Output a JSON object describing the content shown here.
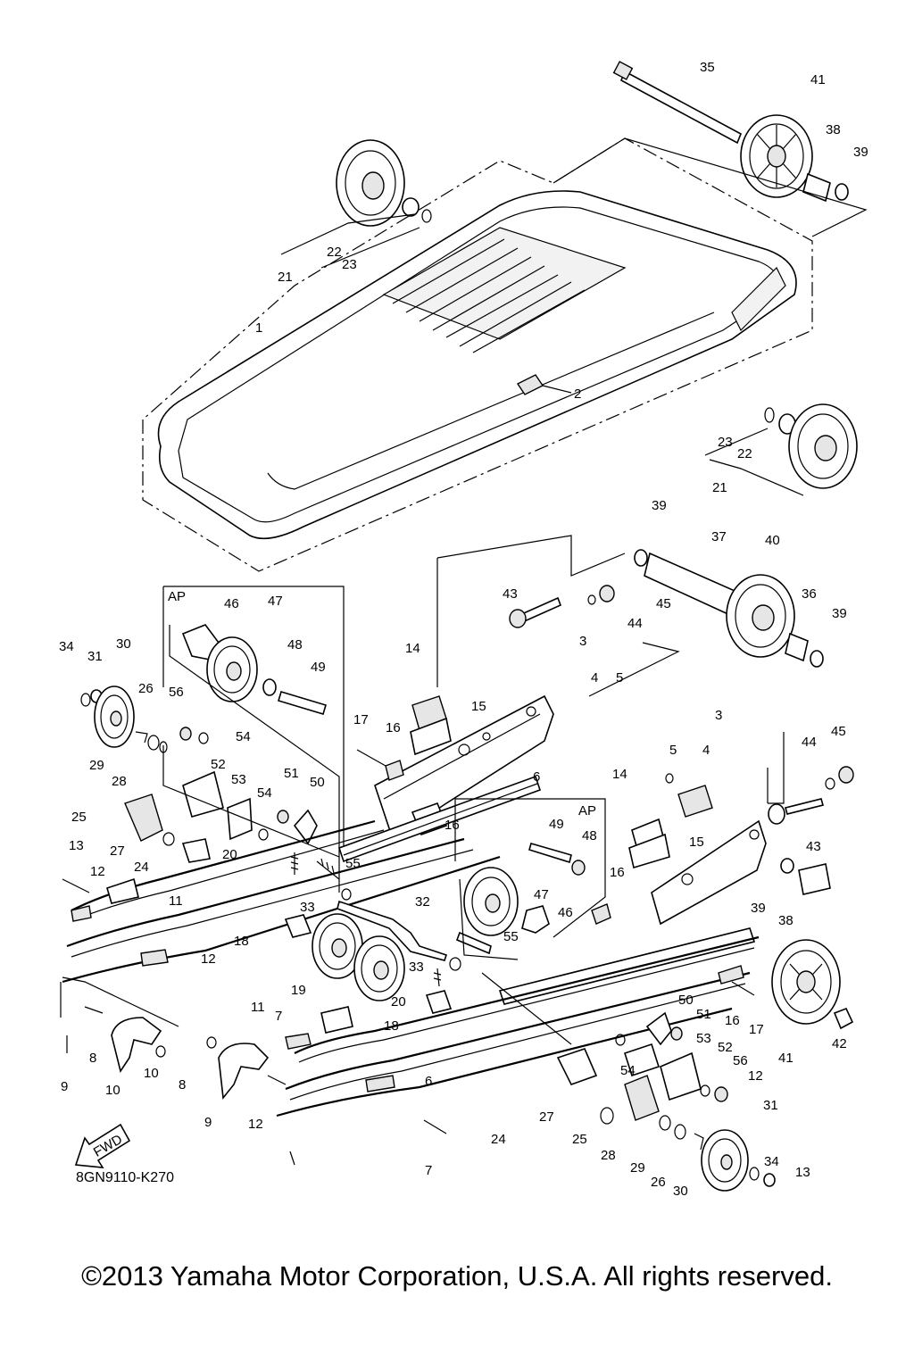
{
  "diagram": {
    "part_numbers": [
      "35",
      "41",
      "38",
      "39",
      "22",
      "23",
      "21",
      "1",
      "2",
      "23",
      "22",
      "21",
      "39",
      "37",
      "40",
      "43",
      "45",
      "44",
      "36",
      "39",
      "3",
      "4",
      "5",
      "46",
      "47",
      "48",
      "49",
      "56",
      "54",
      "52",
      "53",
      "51",
      "50",
      "54",
      "55",
      "34",
      "31",
      "30",
      "26",
      "29",
      "28",
      "14",
      "15",
      "17",
      "16",
      "6",
      "25",
      "27",
      "24",
      "13",
      "12",
      "11",
      "20",
      "33",
      "18",
      "12",
      "19",
      "16",
      "32",
      "33",
      "20",
      "18",
      "3",
      "5",
      "4",
      "44",
      "45",
      "14",
      "15",
      "43",
      "49",
      "48",
      "16",
      "47",
      "46",
      "55",
      "39",
      "38",
      "41",
      "42",
      "16",
      "17",
      "50",
      "51",
      "53",
      "52",
      "54",
      "56",
      "12",
      "11",
      "7",
      "9",
      "8",
      "10",
      "10",
      "8",
      "9",
      "12",
      "6",
      "24",
      "27",
      "25",
      "28",
      "29",
      "26",
      "30",
      "31",
      "34",
      "13",
      "7"
    ],
    "ap_labels": [
      "AP",
      "AP"
    ],
    "fwd_label": "FWD",
    "drawing_code": "8GN9110-K270"
  },
  "footer": {
    "copyright": "©2013 Yamaha Motor Corporation, U.S.A. All rights reserved."
  }
}
